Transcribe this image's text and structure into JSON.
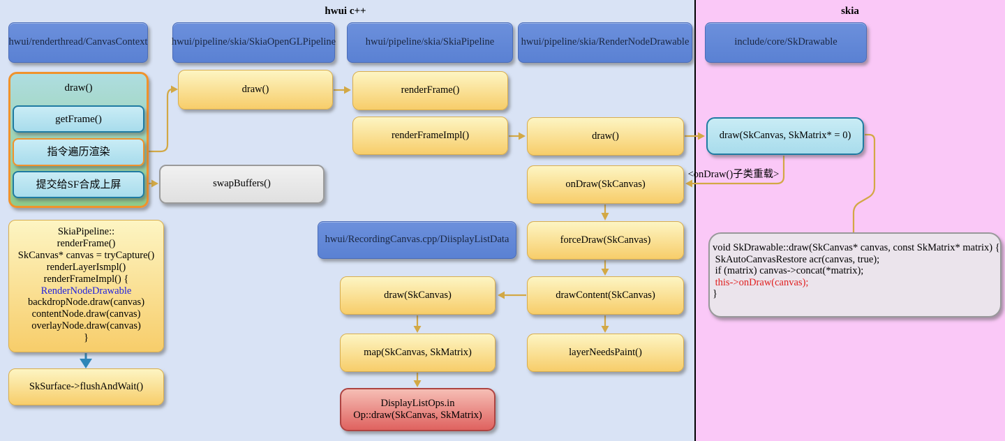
{
  "sections": {
    "left_title": "hwui c++",
    "right_title": "skia"
  },
  "headers": {
    "canvas_context": "hwui/renderthread/CanvasContext",
    "skia_opengl_pipeline": "hwui/pipeline/skia/SkiaOpenGLPipeline",
    "skia_pipeline": "hwui/pipeline/skia/SkiaPipeline",
    "render_node_drawable": "hwui/pipeline/skia/RenderNodeDrawable",
    "sk_drawable": "include/core/SkDrawable",
    "recording_canvas": "hwui/RecordingCanvas.cpp/DiisplayListData"
  },
  "nodes": {
    "ctx_draw": "draw()",
    "get_frame": "getFrame()",
    "instruction_render": "指令遍历渲染",
    "submit_sf": "提交给SF合成上屏",
    "pipeline_draw": "draw()",
    "swap_buffers": "swapBuffers()",
    "render_frame": "renderFrame()",
    "render_frame_impl": "renderFrameImpl()",
    "rnd_draw": "draw()",
    "sk_draw": "draw(SkCanvas, SkMatrix* = 0)",
    "on_draw": "onDraw(SkCanvas)",
    "force_draw": "forceDraw(SkCanvas)",
    "draw_content": "drawContent(SkCanvas)",
    "draw_skcanvas": "draw(SkCanvas)",
    "map_sk": "map(SkCanvas, SkMatrix)",
    "layer_needs_paint": "layerNeedsPaint()",
    "flush_and_wait": "SkSurface->flushAndWait()"
  },
  "labels": {
    "ondraw_override": "<onDraw()子类重载>"
  },
  "display_list_ops": {
    "lines": [
      "DisplayListOps.in",
      "Op::draw(SkCanvas, SkMatrix)"
    ]
  },
  "code_blocks": {
    "skia_pipeline_impl": {
      "lines": [
        "SkiaPipeline::",
        "renderFrame()",
        "SkCanvas* canvas = tryCapture()",
        "renderLayerIsmpl()",
        "renderFrameImpl() {",
        "RenderNodeDrawable",
        "backdropNode.draw(canvas)",
        "contentNode.draw(canvas)",
        "overlayNode.draw(canvas)",
        "}"
      ]
    },
    "sk_drawable_draw": {
      "lines": [
        "void SkDrawable::draw(SkCanvas* canvas, const SkMatrix* matrix) {",
        " SkAutoCanvasRestore acr(canvas, true);",
        " if (matrix) canvas->concat(*matrix);",
        " this->onDraw(canvas);",
        "}"
      ]
    }
  },
  "colors": {
    "bg_left": "#d9e3f5",
    "bg_right": "#fac8f7",
    "divider": "#000000",
    "header_top": "#6c90dc",
    "header_bottom": "#5a81d3",
    "header_border": "#4a6cb8",
    "header_text": "#1a2742",
    "yellow_top": "#fdf5c3",
    "yellow_bottom": "#f7cd6a",
    "yellow_border": "#d9ae4e",
    "gray_top": "#f1f1f1",
    "gray_bottom": "#e0e0e0",
    "gray_border": "#9a9a9a",
    "lightblue_top": "#c9ecf5",
    "lightblue_bottom": "#a8dcec",
    "teal_border": "#1f7ba2",
    "orange_border": "#f0922c",
    "green_top": "#aedde0",
    "green_bottom": "#8fcb8a",
    "red_top": "#f6beb5",
    "red_bottom": "#df625f",
    "red_border": "#ae4442",
    "code_fill": "#ebe4ec",
    "code_border": "#98989a",
    "arrow_gold": "#d2a845",
    "arrow_teal": "#2e86b8",
    "link_blue": "#2222dd",
    "code_red": "#e02020"
  }
}
